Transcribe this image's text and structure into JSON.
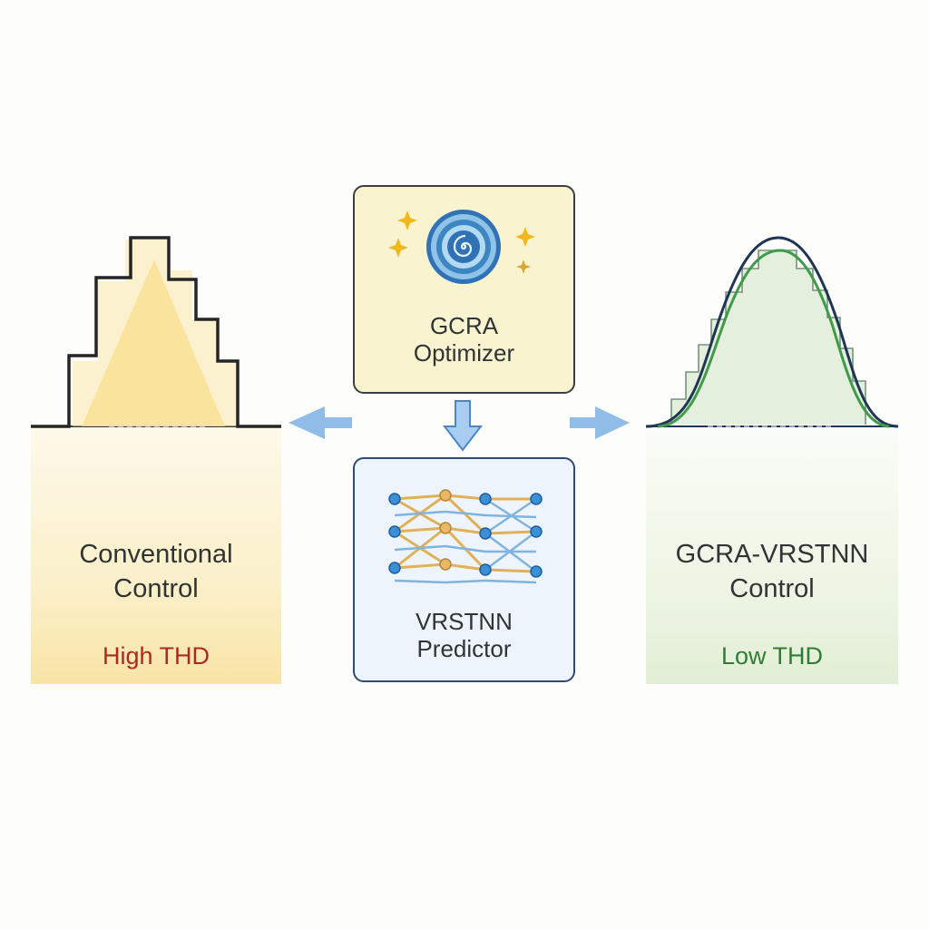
{
  "left_panel": {
    "title": "Conventional\nControl",
    "status": "High THD",
    "status_color": "#a82a22"
  },
  "right_panel": {
    "title": "GCRA-VRSTNN\nControl",
    "status": "Low THD",
    "status_color": "#2f7d34"
  },
  "optimizer": {
    "title": "GCRA\nOptimizer",
    "icon": "spiral-icon"
  },
  "predictor": {
    "title": "VRSTNN\nPredictor",
    "icon": "neural-network-icon"
  },
  "colors": {
    "arrow": "#8fbde8",
    "waveform_green": "#3f9a4a",
    "waveform_dark": "#1f3653",
    "step_fill": "#f6d67a"
  }
}
